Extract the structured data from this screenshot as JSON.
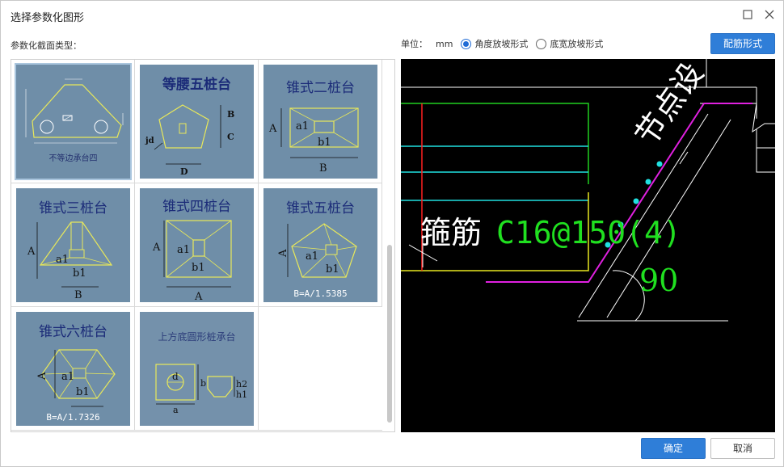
{
  "window": {
    "title": "选择参数化图形"
  },
  "section": {
    "label": "参数化截面类型："
  },
  "unit": {
    "label": "单位：",
    "value": "mm"
  },
  "slope_options": [
    {
      "label": "角度放坡形式",
      "checked": true
    },
    {
      "label": "底宽放坡形式",
      "checked": false
    }
  ],
  "buttons": {
    "rebar_style": "配筋形式",
    "ok": "确定",
    "cancel": "取消"
  },
  "shapes": [
    {
      "title": "",
      "caption": "不等边承台四",
      "selected": true
    },
    {
      "title": "等腰五桩台"
    },
    {
      "title": "锥式二桩台"
    },
    {
      "title": "锥式三桩台"
    },
    {
      "title": "锥式四桩台"
    },
    {
      "title": "锥式五桩台",
      "footer": "B=A/1.5385"
    },
    {
      "title": "锥式六桩台",
      "footer": "B=A/1.7326"
    },
    {
      "title": "上方底圆形桩承台"
    }
  ],
  "dims": {
    "A": "A",
    "B": "B",
    "C": "C",
    "D": "D",
    "a": "a",
    "b": "b",
    "a1": "a1",
    "b1": "b1",
    "jd": "jd",
    "d": "d",
    "h1": "h1",
    "h2": "h2"
  },
  "preview": {
    "stirrup_label": "箍筋",
    "stirrup_spec": "C16@150(4)",
    "angle_value": "90",
    "node_text": "节点设"
  }
}
